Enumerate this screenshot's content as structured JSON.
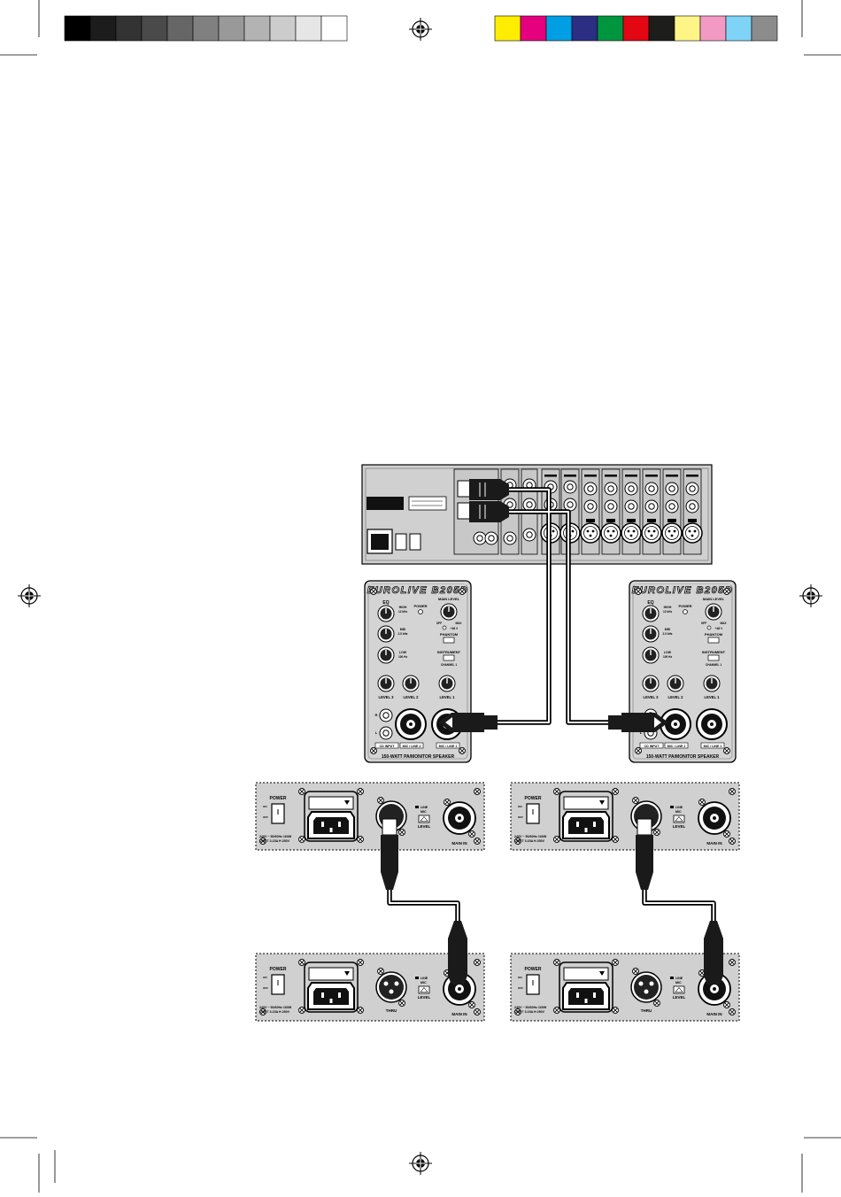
{
  "colors": {
    "grayscale_bar": [
      "#000000",
      "#1c1c1c",
      "#333333",
      "#4a4a4a",
      "#666666",
      "#808080",
      "#999999",
      "#b3b3b3",
      "#cccccc",
      "#e6e6e6",
      "#ffffff"
    ],
    "color_bar": [
      "#ffed00",
      "#e6007e",
      "#009fe3",
      "#2b2e83",
      "#009640",
      "#e30613",
      "#1d1d1b",
      "#fff587",
      "#f39ac4",
      "#7fd3f7",
      "#8c8c8c"
    ],
    "panel_gray": "#cfcfcf",
    "device_gray": "#d4d4d4",
    "connector_black": "#1a1a1a"
  },
  "icons": [
    "registration-mark-icon",
    "xlr-connector-icon",
    "combo-jack-icon",
    "power-inlet-icon",
    "knob-icon"
  ],
  "speaker_left": {
    "brand": "EUROLIVE B205D",
    "eq_label": "EQ",
    "power_label": "POWER",
    "main_level_label": "MAIN LEVEL",
    "high_label": "HIGH",
    "high_freq": "12 kHz",
    "mid_label": "MID",
    "mid_freq": "2.5 kHz",
    "low_label": "LOW",
    "low_freq": "100 Hz",
    "off_label": "OFF",
    "max_label": "MAX",
    "clip_label": "+48 V",
    "phantom_label": "PHANTOM",
    "instrument_label": "INSTRUMENT",
    "channel_label": "CHANNEL 1",
    "level3_label": "LEVEL 3",
    "level2_label": "LEVEL 2",
    "level1_label": "LEVEL 1",
    "r_label": "R",
    "l_label": "L",
    "cd_input_label": "CD INPUT",
    "mic_line2_label": "MIC / LINE 2",
    "mic_line1_label": "MIC / LINE 1",
    "footer": "150-WATT PA/MONITOR SPEAKER"
  },
  "speaker_right": {
    "brand": "EUROLIVE B205D",
    "eq_label": "EQ",
    "power_label": "POWER",
    "main_level_label": "MAIN LEVEL",
    "high_label": "HIGH",
    "high_freq": "12 kHz",
    "mid_label": "MID",
    "mid_freq": "2.5 kHz",
    "low_label": "LOW",
    "low_freq": "100 Hz",
    "off_label": "OFF",
    "max_label": "MAX",
    "clip_label": "+48 V",
    "phantom_label": "PHANTOM",
    "instrument_label": "INSTRUMENT",
    "channel_label": "CHANNEL 1",
    "level3_label": "LEVEL 3",
    "level2_label": "LEVEL 2",
    "level1_label": "LEVEL 1",
    "r_label": "R",
    "l_label": "L",
    "cd_input_label": "CD INPUT",
    "mic_line2_label": "MIC / LINE 2",
    "mic_line1_label": "MIC / LINE 1",
    "footer": "150-WATT PA/MONITOR SPEAKER"
  },
  "amp_panels": {
    "power_label": "POWER",
    "level_label": "LEVEL",
    "line_label": "LINE",
    "mic_label": "MIC",
    "main_in_label": "MAIN IN",
    "thru_label": "THRU",
    "voltage_line1": "240V ~ 50/60Hz 160W",
    "voltage_line2": "USE T 3.15A H 250V",
    "switch_on": "ON",
    "switch_off": "OFF"
  }
}
